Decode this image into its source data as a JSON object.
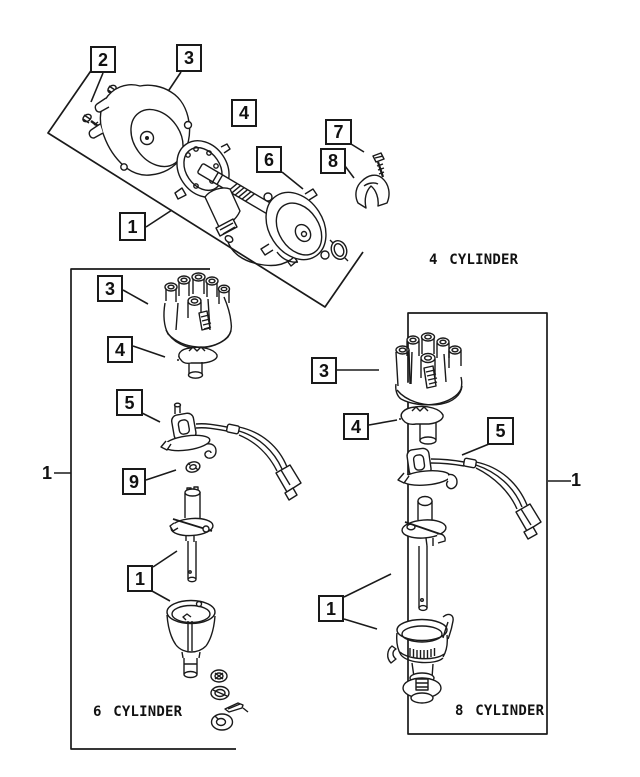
{
  "diagram": {
    "background_color": "#ffffff",
    "line_color": "#1a1a1a",
    "sections": {
      "four_cylinder": {
        "label": "4 CYLINDER",
        "callouts": {
          "c1": "1",
          "c2": "2",
          "c3": "3",
          "c4": "4",
          "c6": "6",
          "c7": "7",
          "c8": "8"
        }
      },
      "six_cylinder": {
        "label": "6 CYLINDER",
        "assembly_ref": "1",
        "callouts": {
          "c1": "1",
          "c3": "3",
          "c4": "4",
          "c5": "5",
          "c9": "9"
        }
      },
      "eight_cylinder": {
        "label": "8 CYLINDER",
        "assembly_ref": "1",
        "callouts": {
          "c1": "1",
          "c3": "3",
          "c4": "4",
          "c5": "5"
        }
      }
    }
  }
}
